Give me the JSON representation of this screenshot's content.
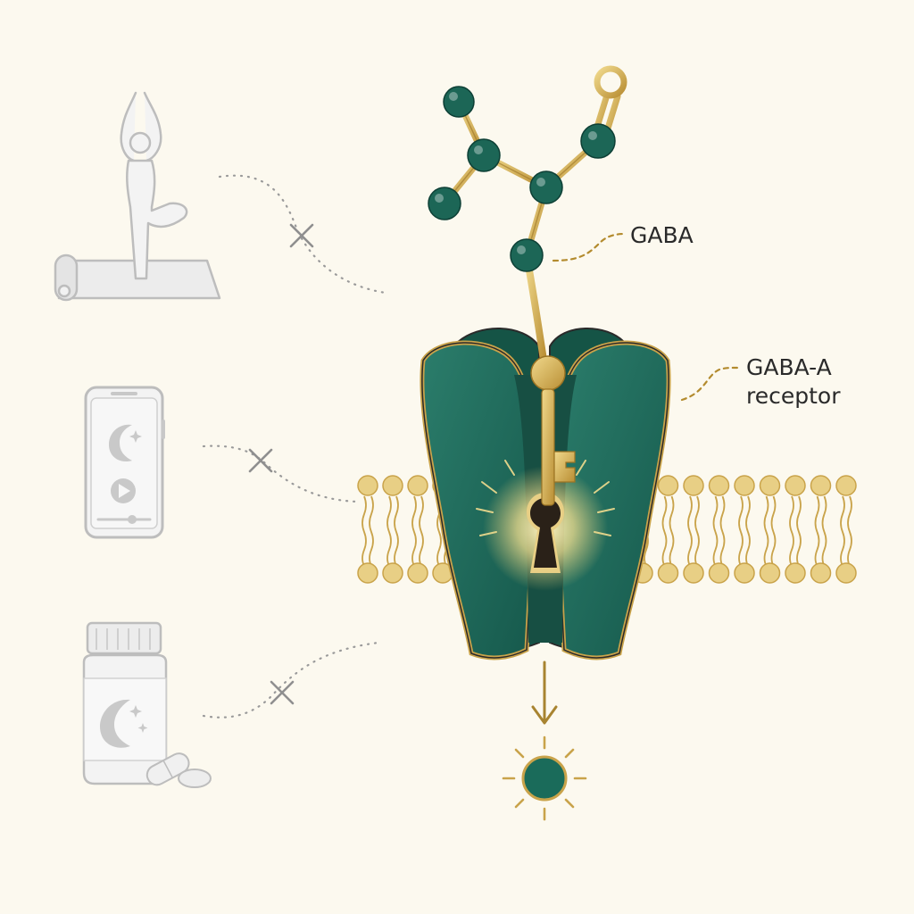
{
  "labels": {
    "molecule": "GABA",
    "receptor_line1": "GABA-A",
    "receptor_line2": "receptor"
  },
  "colors": {
    "background": "#fcf9ef",
    "teal": "#1e6b5c",
    "teal_dark": "#0f4f43",
    "gold": "#c9a34a",
    "gold_light": "#e8cf85",
    "gray": "#bdbdbd",
    "text": "#2a2a2a"
  },
  "icons": {
    "left_column": [
      "yoga-pose-icon",
      "sleep-app-phone-icon",
      "sleep-pill-bottle-icon"
    ],
    "blocked_marker": "x-mark-icon",
    "result": "calm-sun-icon"
  }
}
